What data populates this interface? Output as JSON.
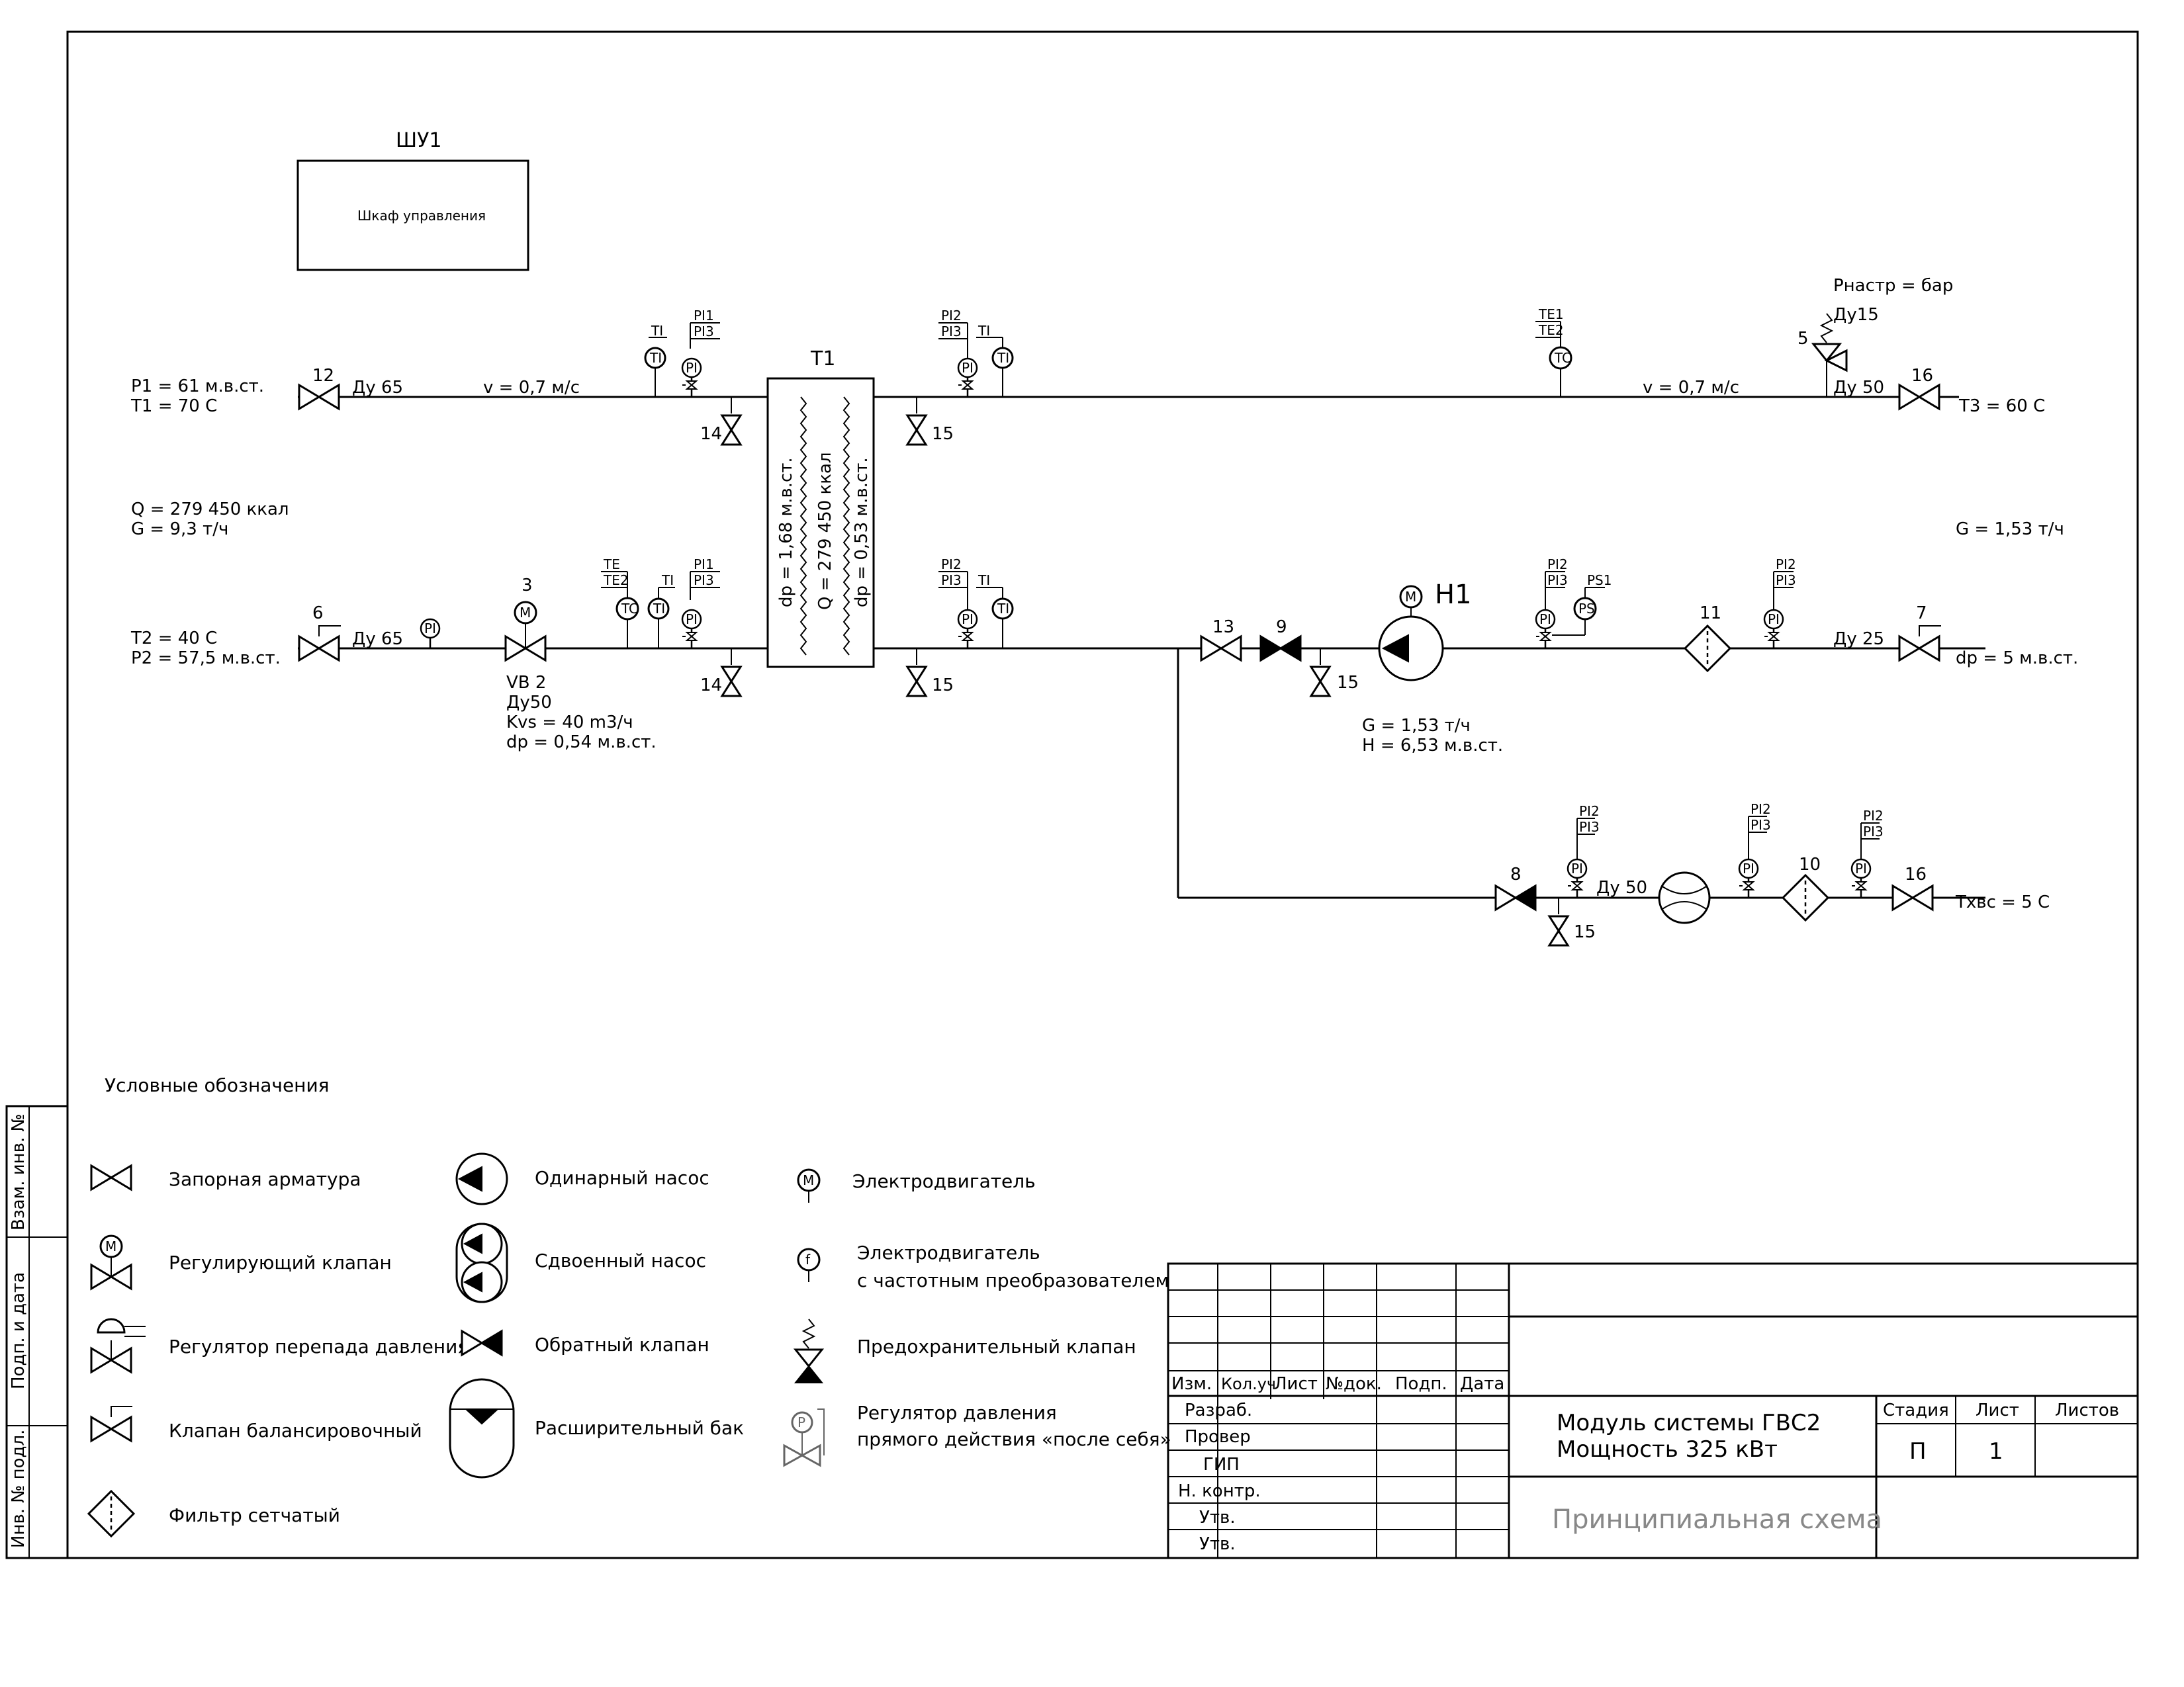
{
  "cabinet": {
    "tag": "ШУ1",
    "label": "Шкаф управления"
  },
  "exchanger": {
    "tag": "T1",
    "dp_primary": "dp = 1,68 м.в.ст.",
    "q": "Q = 279 450 ккал",
    "dp_secondary": "dp = 0,53 м.в.ст."
  },
  "left_info": {
    "p1": "P1 = 61 м.в.ст.",
    "t1": "T1 = 70 C",
    "q": "Q = 279 450 ккал",
    "g": "G = 9,3 т/ч",
    "t2": "T2 = 40 C",
    "p2": "P2 = 57,5 м.в.ст."
  },
  "supply_line": {
    "valve_no": "12",
    "dn": "Ду 65",
    "velocity": "v = 0,7 м/с",
    "drain_no": "14",
    "vent_no": "15",
    "right_velocity": "v = 0,7 м/с",
    "right_dn": "Ду 50",
    "right_valve_no": "16",
    "t3": "T3 = 60 C",
    "safety_no": "5",
    "safety_dn": "Ду15",
    "safety_set": "Рнастр =  бар"
  },
  "return_line": {
    "bal_valve_no": "6",
    "dn": "Ду 65",
    "ctrl_valve_no": "3",
    "ctrl_valve_tag": "VB 2",
    "ctrl_valve_dn": "Ду50",
    "kvs": "Kvs = 40 m3/ч",
    "ctrl_dp": "dp = 0,54 м.в.ст.",
    "drain_no": "14",
    "vent_no": "15"
  },
  "circ_line": {
    "valve_13": "13",
    "check_9": "9",
    "vent_no": "15",
    "pump_tag": "H1",
    "pump_g": "G = 1,53 т/ч",
    "pump_h": "H = 6,53 м.в.ст.",
    "filter_no": "11",
    "dn": "Ду 25",
    "bal_no": "7",
    "dp": "dp = 5 м.в.ст.",
    "g_right": "G = 1,53 т/ч"
  },
  "cold_line": {
    "check_no": "8",
    "vent_no": "15",
    "dn": "Ду 50",
    "filter_no": "10",
    "valve_no": "16",
    "txvs": "Тхвс = 5 С"
  },
  "instr": {
    "ti": "TI",
    "te": "TE",
    "te1": "TE1",
    "te2": "TE2",
    "tc": "TC",
    "pi": "PI",
    "pi1": "PI1",
    "pi2": "PI2",
    "pi3": "PI3",
    "ps": "PS",
    "ps1": "PS1",
    "m": "M"
  },
  "legend": {
    "title": "Условные обозначения",
    "items": [
      "Запорная арматура",
      "Регулирующий клапан",
      "Регулятор перепада давления",
      "Клапан балансировочный",
      "Фильтр сетчатый",
      "Одинарный насос",
      "Сдвоенный насос",
      "Обратный клапан",
      "Расширительный бак",
      "Электродвигатель",
      "Электродвигатель",
      "с частотным преобразователем",
      "Предохранительный клапан",
      "Регулятор давления",
      "прямого действия «после себя»"
    ],
    "symbol_m": "M",
    "symbol_f": "f",
    "symbol_p": "P"
  },
  "side_stamp": [
    "Взам. инв. №",
    "Подп. и дата",
    "Инв. № подл."
  ],
  "title_block": {
    "cols": [
      "Изм.",
      "Кол.уч",
      "Лист",
      "№док.",
      "Подп.",
      "Дата"
    ],
    "roles": [
      "Разраб.",
      "Провер",
      "ГИП",
      "Н. контр.",
      "Утв.",
      "Утв."
    ],
    "name_line1": "Модуль системы ГВС2",
    "name_line2": "Мощность 325 кВт",
    "drawing_name": "Принципиальная схема",
    "stage_h": "Стадия",
    "sheet_h": "Лист",
    "sheets_h": "Листов",
    "stage": "П",
    "sheet": "1"
  }
}
